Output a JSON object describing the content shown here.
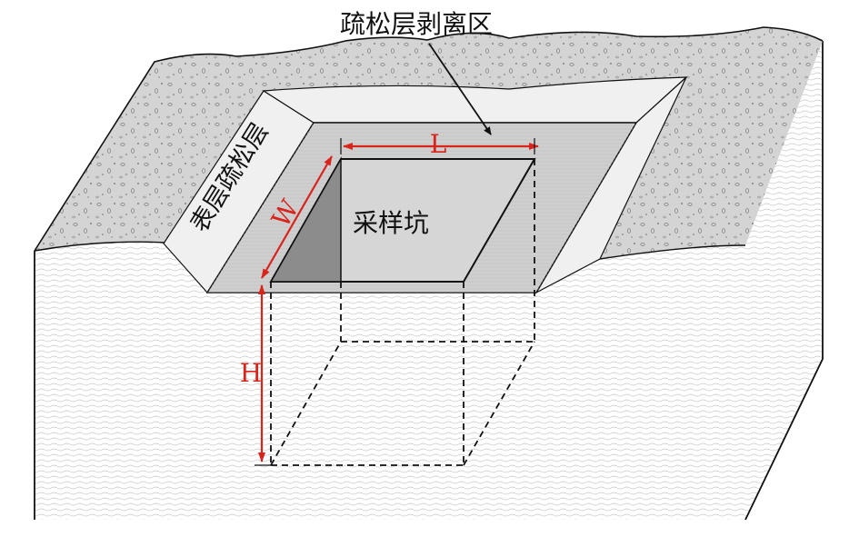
{
  "labels": {
    "stripped_zone": "疏松层剥离区",
    "surface_loose_layer": "表层疏松层",
    "sampling_pit": "采样坑",
    "length": "L",
    "width": "W",
    "height": "H"
  },
  "colors": {
    "outline": "#111111",
    "dimension": "#d9241c",
    "loose_layer": "#d4d4d4",
    "stripped_floor": "#cfcfcf",
    "pit_top": "#d6d6d6",
    "pit_wall": "#8c8c8c",
    "bevel": "#f0f0f0",
    "soil_face": "#ffffff"
  }
}
